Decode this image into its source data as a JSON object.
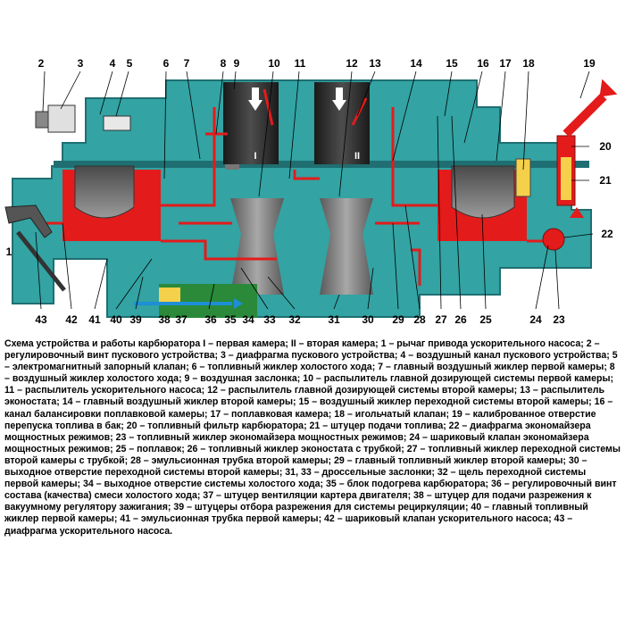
{
  "colors": {
    "body": "#33a3a3",
    "body_dark": "#1f6f72",
    "fuel": "#e31b1b",
    "float": "#6a6a6a",
    "choke": "#2b2b2b",
    "diffuser": "#8a8a8a",
    "arrow_blue": "#1d8fd6"
  },
  "callouts": {
    "n1": "1",
    "n2": "2",
    "n3": "3",
    "n4": "4",
    "n5": "5",
    "n6": "6",
    "n7": "7",
    "n8": "8",
    "n9": "9",
    "n10": "10",
    "n11": "11",
    "n12": "12",
    "n13": "13",
    "n14": "14",
    "n15": "15",
    "n16": "16",
    "n17": "17",
    "n18": "18",
    "n19": "19",
    "n20": "20",
    "n21": "21",
    "n22": "22",
    "n23": "23",
    "n24": "24",
    "n25": "25",
    "n26": "26",
    "n27": "27",
    "n28": "28",
    "n29": "29",
    "n30": "30",
    "n31": "31",
    "n32": "32",
    "n33": "33",
    "n34": "34",
    "n35": "35",
    "n36": "36",
    "n37": "37",
    "n38": "38",
    "n39": "39",
    "n40": "40",
    "n41": "41",
    "n42": "42",
    "n43": "43"
  },
  "chamber_marks": {
    "first": "I",
    "second": "II"
  },
  "caption": "Схема устройства и работы карбюратора I – первая камера; II – вторая камера; 1 – рычаг привода ускорительного насоса; 2 – регулировочный винт пускового устройства; 3 – диафрагма пускового устройства; 4 – воздушный канал пускового устройства; 5 – электромагнитный запорный клапан; 6 – топливный жиклер холостого хода; 7 – главный воздушный жиклер первой камеры; 8 – воздушный жиклер холостого хода; 9 – воздушная заслонка; 10 – распылитель главной дозирующей системы первой камеры; 11 – распылитель ускорительного насоса; 12 – распылитель главной дозирующей системы второй камеры; 13 – распылитель эконостата; 14 – главный воздушный жиклер второй камеры; 15 – воздушный жиклер переходной системы второй камеры; 16 – канал балансировки поплавковой камеры; 17 – поплавковая камера; 18 – игольчатый клапан; 19 – калиброванное отверстие перепуска топлива в бак; 20 – топливный фильтр карбюратора; 21 – штуцер подачи топлива; 22 – диафрагма экономайзера мощностных режимов; 23 – топливный жиклер экономайзера мощностных режимов; 24 – шариковый клапан экономайзера мощностных режимов; 25 – поплавок; 26 – топливный жиклер эконостата с трубкой; 27 – топливный жиклер переходной системы второй камеры с трубкой; 28 – эмульсионная трубка второй камеры; 29 – главный топливный жиклер второй камеры; 30 – выходное отверстие переходной системы второй камеры; 31, 33 – дроссельные заслонки; 32 – щель переходной системы первой камеры; 34 – выходное отверстие системы холостого хода; 35 – блок подогрева карбюратора; 36 – регулировочный винт состава (качества) смеси холостого хода; 37 – штуцер вентиляции картера двигателя; 38 – штуцер для подачи разрежения к вакуумному регулятору зажигания; 39 – штуцеры отбора разрежения для системы рециркуляции; 40 – главный топливный жиклер первой камеры; 41 – эмульсионная трубка первой камеры; 42 – шариковый клапан ускорительного насоса; 43 – диафрагма ускорительного насоса."
}
